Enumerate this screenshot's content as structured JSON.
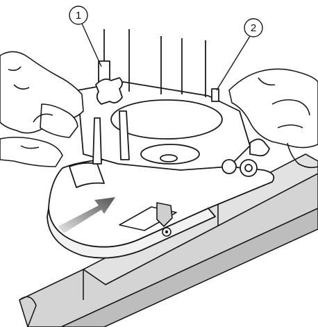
{
  "figure": {
    "callouts": [
      {
        "number": "1"
      },
      {
        "number": "2"
      }
    ],
    "colors": {
      "line": "#1a1a1a",
      "fence_gray": "#dcdcdc",
      "fence_shadow": "#bdbdbd",
      "arrow_dark": "#555555",
      "arrow_light": "#e6e6e6",
      "paper": "#ffffff"
    },
    "icons": [
      "router-tool",
      "hand",
      "fence",
      "feed-direction-arrow",
      "wing-nut",
      "cutter"
    ]
  }
}
